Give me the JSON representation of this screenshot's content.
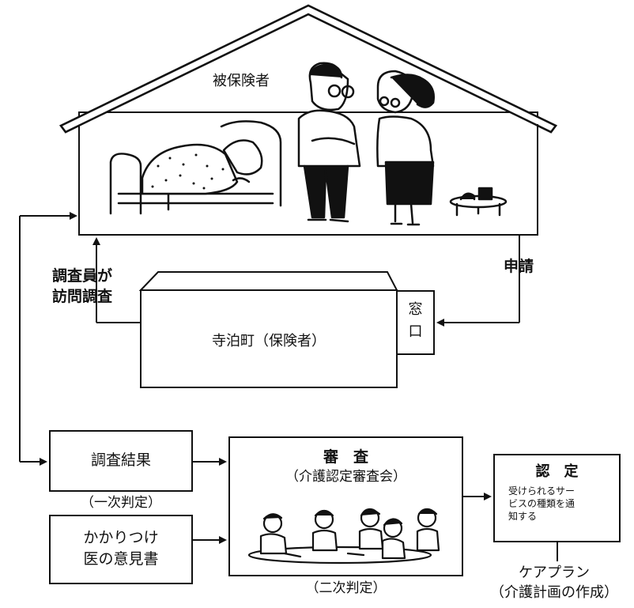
{
  "house": {
    "insured_label": "被保険者"
  },
  "arrows": {
    "apply_label": "申請",
    "survey_label_line1": "調査員が",
    "survey_label_line2": "訪問調査"
  },
  "town_office": {
    "label": "寺泊町（保険者）",
    "window_line1": "窓",
    "window_line2": "口"
  },
  "survey_result": {
    "label": "調査結果",
    "caption": "（一次判定）"
  },
  "doctor_opinion": {
    "line1": "かかりつけ",
    "line2": "医の意見書"
  },
  "review": {
    "title": "審　査",
    "subtitle": "（介護認定審査会）",
    "caption": "（二次判定）"
  },
  "certification": {
    "title": "認　定",
    "desc_line1": "受けられるサー",
    "desc_line2": "ビスの種類を通",
    "desc_line3": "知する"
  },
  "care_plan": {
    "line1": "ケアプラン",
    "line2": "（介護計画の作成）"
  }
}
